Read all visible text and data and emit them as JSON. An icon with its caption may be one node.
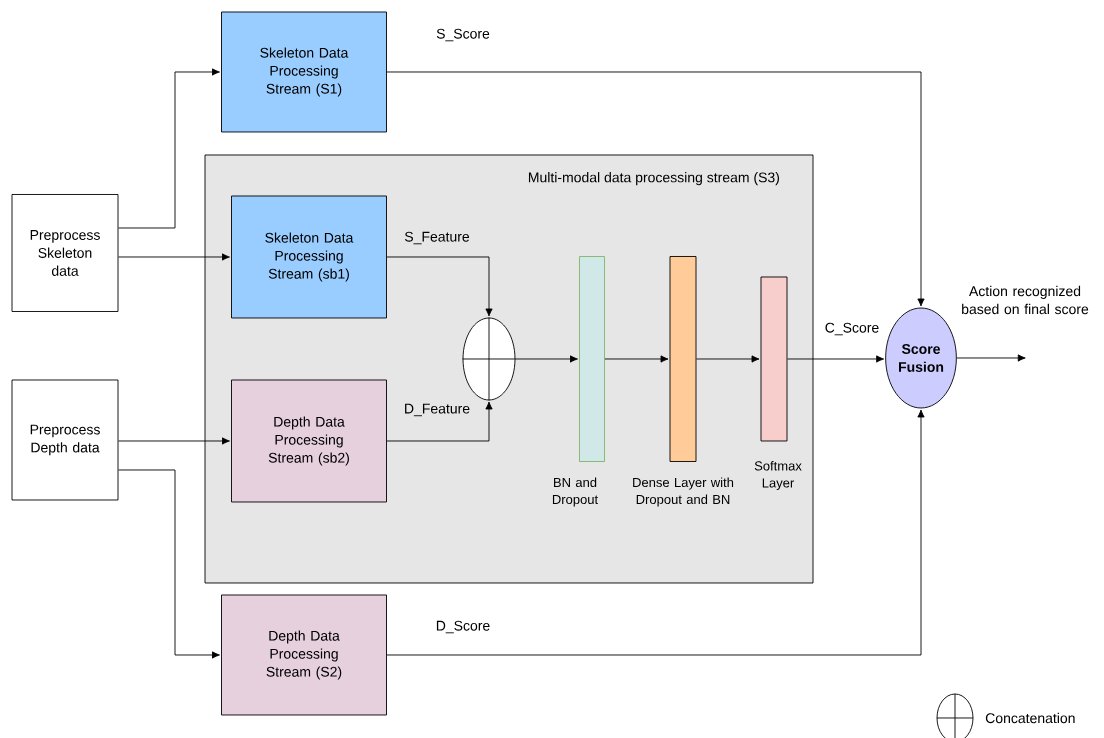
{
  "diagram": {
    "nodes": [
      {
        "text": [
          "Preprocess Skeleton data"
        ]
      },
      {
        "text": [
          "Preprocess Depth data"
        ]
      },
      {
        "text": [
          "Skeleton Data Processing Stream (S1)"
        ]
      },
      {
        "text": [
          "Multi-modal data processing stream (S3)"
        ]
      },
      {
        "text": [
          "Skeleton Data Processing Stream (sb1)"
        ],
        "in": 3
      },
      {
        "text": [
          "Depth Data Processing Stream (sb2)"
        ],
        "in": 3
      },
      {
        "text": [],
        "shape": "circle",
        "in": 3
      },
      {
        "text": [
          "BN and Dropout"
        ],
        "in": 3
      },
      {
        "text": [
          "Dense Layer with Dropout and BN"
        ],
        "in": 3
      },
      {
        "text": [
          "Softmax Layer"
        ],
        "in": 3
      },
      {
        "text": [
          "Score Fusion"
        ]
      },
      {
        "text": [
          "Depth Data Processing Stream (S2)"
        ]
      }
    ],
    "edges": [
      {
        "from": 0,
        "to": 2,
        "arrow": "to"
      },
      {
        "from": 0,
        "to": 4,
        "arrow": "to"
      },
      {
        "from": 1,
        "to": 5,
        "arrow": "to"
      },
      {
        "from": 1,
        "to": 11,
        "arrow": "to"
      },
      {
        "from": 2,
        "to": 10,
        "arrow": "to",
        "label": "S_Score"
      },
      {
        "from": 4,
        "to": 6,
        "arrow": "to",
        "label": "S_Feature"
      },
      {
        "from": 5,
        "to": 6,
        "arrow": "to",
        "label": "D_Feature"
      },
      {
        "from": 6,
        "to": 7,
        "arrow": "to"
      },
      {
        "from": 7,
        "to": 8,
        "arrow": "to"
      },
      {
        "from": 8,
        "to": 9,
        "arrow": "to"
      },
      {
        "from": 9,
        "to": 10,
        "arrow": "to",
        "label": "C_Score"
      },
      {
        "from": 11,
        "to": 10,
        "arrow": "to",
        "label": "D_Score"
      },
      {
        "from": 10,
        "to": null,
        "arrow": "to",
        "label": "Action recognized based on final score"
      }
    ],
    "legend": [
      {
        "text": "Concatenation"
      }
    ]
  }
}
